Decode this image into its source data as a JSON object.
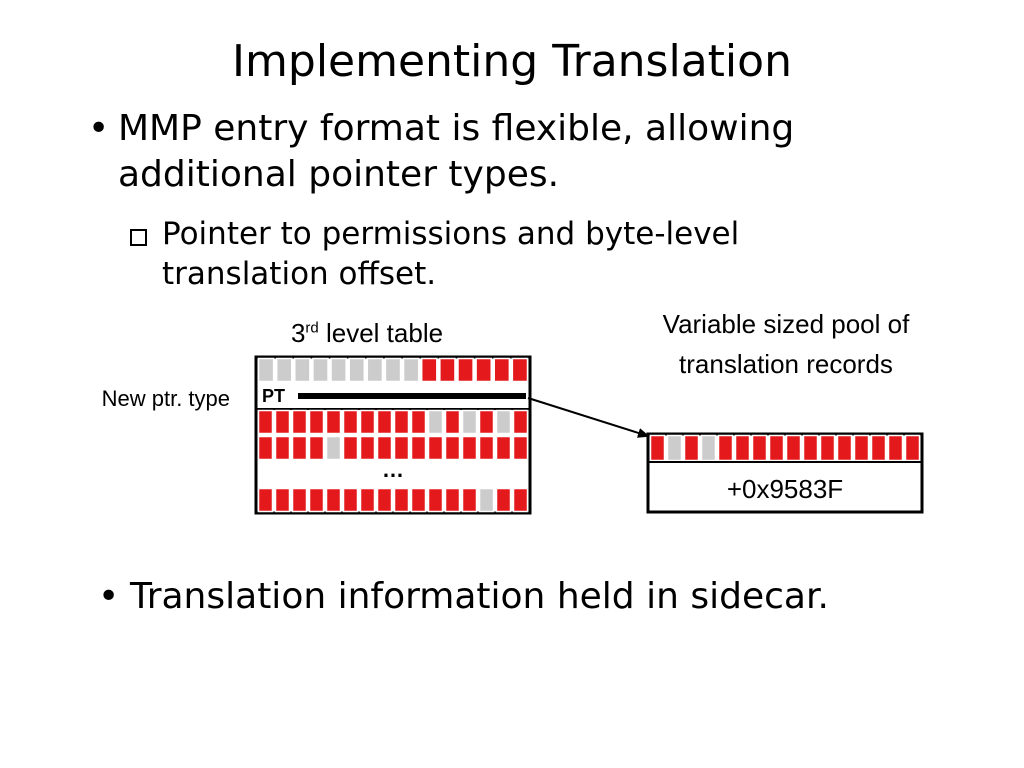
{
  "title": "Implementing Translation",
  "bullets": [
    {
      "text": "MMP entry format is flexible, allowing additional pointer types."
    },
    {
      "text": "Translation information held in sidecar."
    }
  ],
  "sub_bullet": "Pointer to permissions and byte-level translation offset.",
  "bullet_glyph": "•",
  "diagram": {
    "table_label_prefix": "3",
    "table_label_sup": "rd",
    "table_label_suffix": " level table",
    "new_ptr_label": "New ptr. type",
    "pt_label": "PT",
    "ellipsis": "…",
    "pool_label": "Variable sized pool of translation records",
    "offset_value": "+0x9583F",
    "colors": {
      "red": "#e3191c",
      "gray": "#cccccc",
      "border": "#000000"
    },
    "table_rows": [
      [
        "g",
        "g",
        "g",
        "g",
        "g",
        "g",
        "g",
        "g",
        "g",
        "r",
        "r",
        "r",
        "r",
        "r",
        "r"
      ],
      "pt",
      [
        "r",
        "r",
        "r",
        "r",
        "r",
        "r",
        "r",
        "r",
        "r",
        "r",
        "g",
        "r",
        "g",
        "r",
        "g",
        "r"
      ],
      [
        "r",
        "r",
        "r",
        "r",
        "g",
        "r",
        "r",
        "r",
        "r",
        "r",
        "r",
        "r",
        "r",
        "r",
        "r",
        "r"
      ],
      "ellipsis",
      [
        "r",
        "r",
        "r",
        "r",
        "r",
        "r",
        "r",
        "r",
        "r",
        "r",
        "r",
        "r",
        "r",
        "g",
        "r",
        "r"
      ]
    ],
    "pool_row": [
      "r",
      "g",
      "r",
      "g",
      "r",
      "r",
      "r",
      "r",
      "r",
      "r",
      "r",
      "r",
      "r",
      "r",
      "r",
      "r"
    ]
  }
}
